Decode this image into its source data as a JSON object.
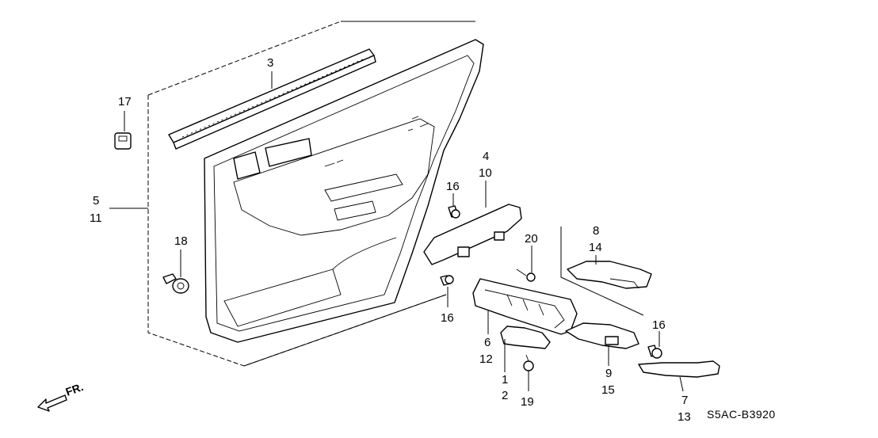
{
  "diagram_code": "S5AC-B3920",
  "direction_label": "FR.",
  "callouts": {
    "c1": "1",
    "c2": "2",
    "c3": "3",
    "c4": "4",
    "c5": "5",
    "c6": "6",
    "c7": "7",
    "c8": "8",
    "c9": "9",
    "c10": "10",
    "c11": "11",
    "c12": "12",
    "c13": "13",
    "c14": "14",
    "c15": "15",
    "c16a": "16",
    "c16b": "16",
    "c16c": "16",
    "c17": "17",
    "c18": "18",
    "c19": "19",
    "c20": "20"
  }
}
